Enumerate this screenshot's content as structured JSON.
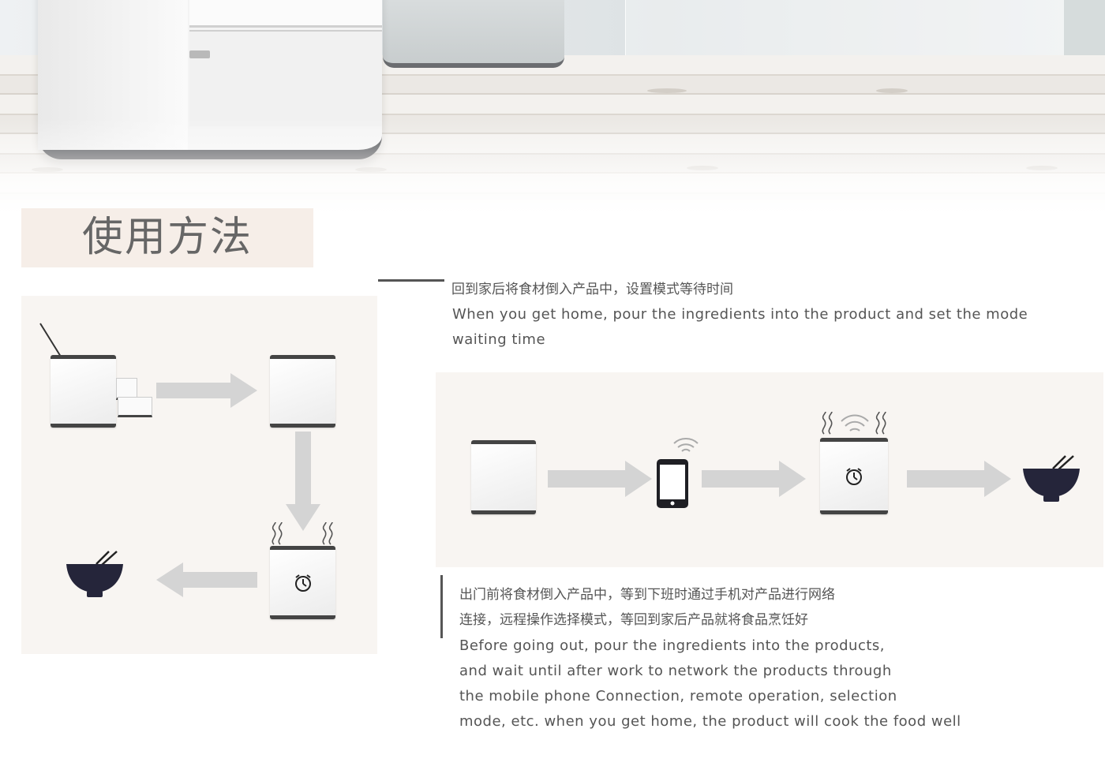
{
  "page": {
    "title": "使用方法"
  },
  "section_home": {
    "cn": "回到家后将食材倒入产品中，设置模式等待时间",
    "en_line1": "When you get home, pour the ingredients into the product and set the mode",
    "en_line2": " waiting time"
  },
  "section_remote": {
    "cn_line1": "出门前将食材倒入产品中，等到下班时通过手机对产品进行网络",
    "cn_line2": "连接，远程操作选择模式，等回到家后产品就将食品烹饪好",
    "en_line1": "Before going out, pour the ingredients into the products,",
    "en_line2": "and wait until after work to network the products through",
    "en_line3": " the mobile phone Connection, remote operation, selection",
    "en_line4": " mode, etc. when you get home, the product will cook the food well"
  },
  "diagram_left": {
    "steps": [
      {
        "icon": "product-with-drawers-icon"
      },
      {
        "icon": "product-closed-icon"
      },
      {
        "icon": "product-cooking-timer-icon"
      },
      {
        "icon": "rice-bowl-icon"
      }
    ]
  },
  "diagram_right": {
    "steps": [
      {
        "icon": "product-closed-icon"
      },
      {
        "icon": "smartphone-wifi-icon"
      },
      {
        "icon": "product-cooking-wifi-timer-icon"
      },
      {
        "icon": "rice-bowl-icon"
      }
    ]
  },
  "colors": {
    "title_bg": "#f6eee8",
    "panel_bg": "#f8f5f2",
    "arrow": "#d4d4d4",
    "dark": "#2a2a3a",
    "text": "#555555"
  }
}
